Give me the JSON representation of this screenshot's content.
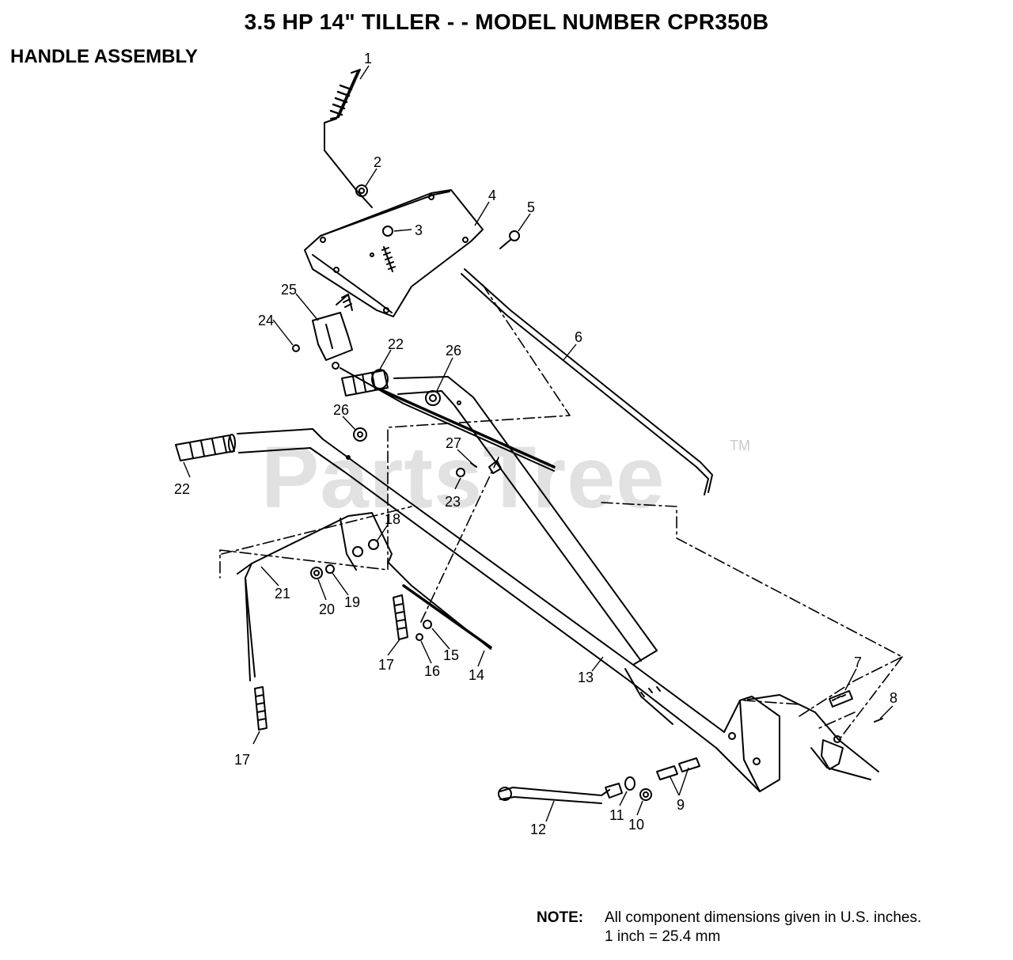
{
  "header": {
    "title": "3.5 HP 14\" TILLER - - MODEL NUMBER CPR350B",
    "subtitle": "HANDLE ASSEMBLY"
  },
  "watermark": {
    "text": "PartsTree",
    "tm": "TM"
  },
  "note": {
    "label": "NOTE:",
    "line1": "All component dimensions given in U.S. inches.",
    "line2": "1 inch = 25.4 mm"
  },
  "callouts": [
    {
      "id": "c1",
      "label": "1"
    },
    {
      "id": "c2",
      "label": "2"
    },
    {
      "id": "c3",
      "label": "3"
    },
    {
      "id": "c4",
      "label": "4"
    },
    {
      "id": "c5",
      "label": "5"
    },
    {
      "id": "c6",
      "label": "6"
    },
    {
      "id": "c7",
      "label": "7"
    },
    {
      "id": "c8",
      "label": "8"
    },
    {
      "id": "c9",
      "label": "9"
    },
    {
      "id": "c10",
      "label": "10"
    },
    {
      "id": "c11",
      "label": "11"
    },
    {
      "id": "c12",
      "label": "12"
    },
    {
      "id": "c13",
      "label": "13"
    },
    {
      "id": "c14",
      "label": "14"
    },
    {
      "id": "c15",
      "label": "15"
    },
    {
      "id": "c16",
      "label": "16"
    },
    {
      "id": "c17a",
      "label": "17"
    },
    {
      "id": "c17b",
      "label": "17"
    },
    {
      "id": "c18",
      "label": "18"
    },
    {
      "id": "c19",
      "label": "19"
    },
    {
      "id": "c20",
      "label": "20"
    },
    {
      "id": "c21",
      "label": "21"
    },
    {
      "id": "c22a",
      "label": "22"
    },
    {
      "id": "c22b",
      "label": "22"
    },
    {
      "id": "c23",
      "label": "23"
    },
    {
      "id": "c24",
      "label": "24"
    },
    {
      "id": "c25",
      "label": "25"
    },
    {
      "id": "c26a",
      "label": "26"
    },
    {
      "id": "c26b",
      "label": "26"
    },
    {
      "id": "c27",
      "label": "27"
    }
  ],
  "colors": {
    "ink": "#000000",
    "watermark": "#c9c9c9"
  }
}
